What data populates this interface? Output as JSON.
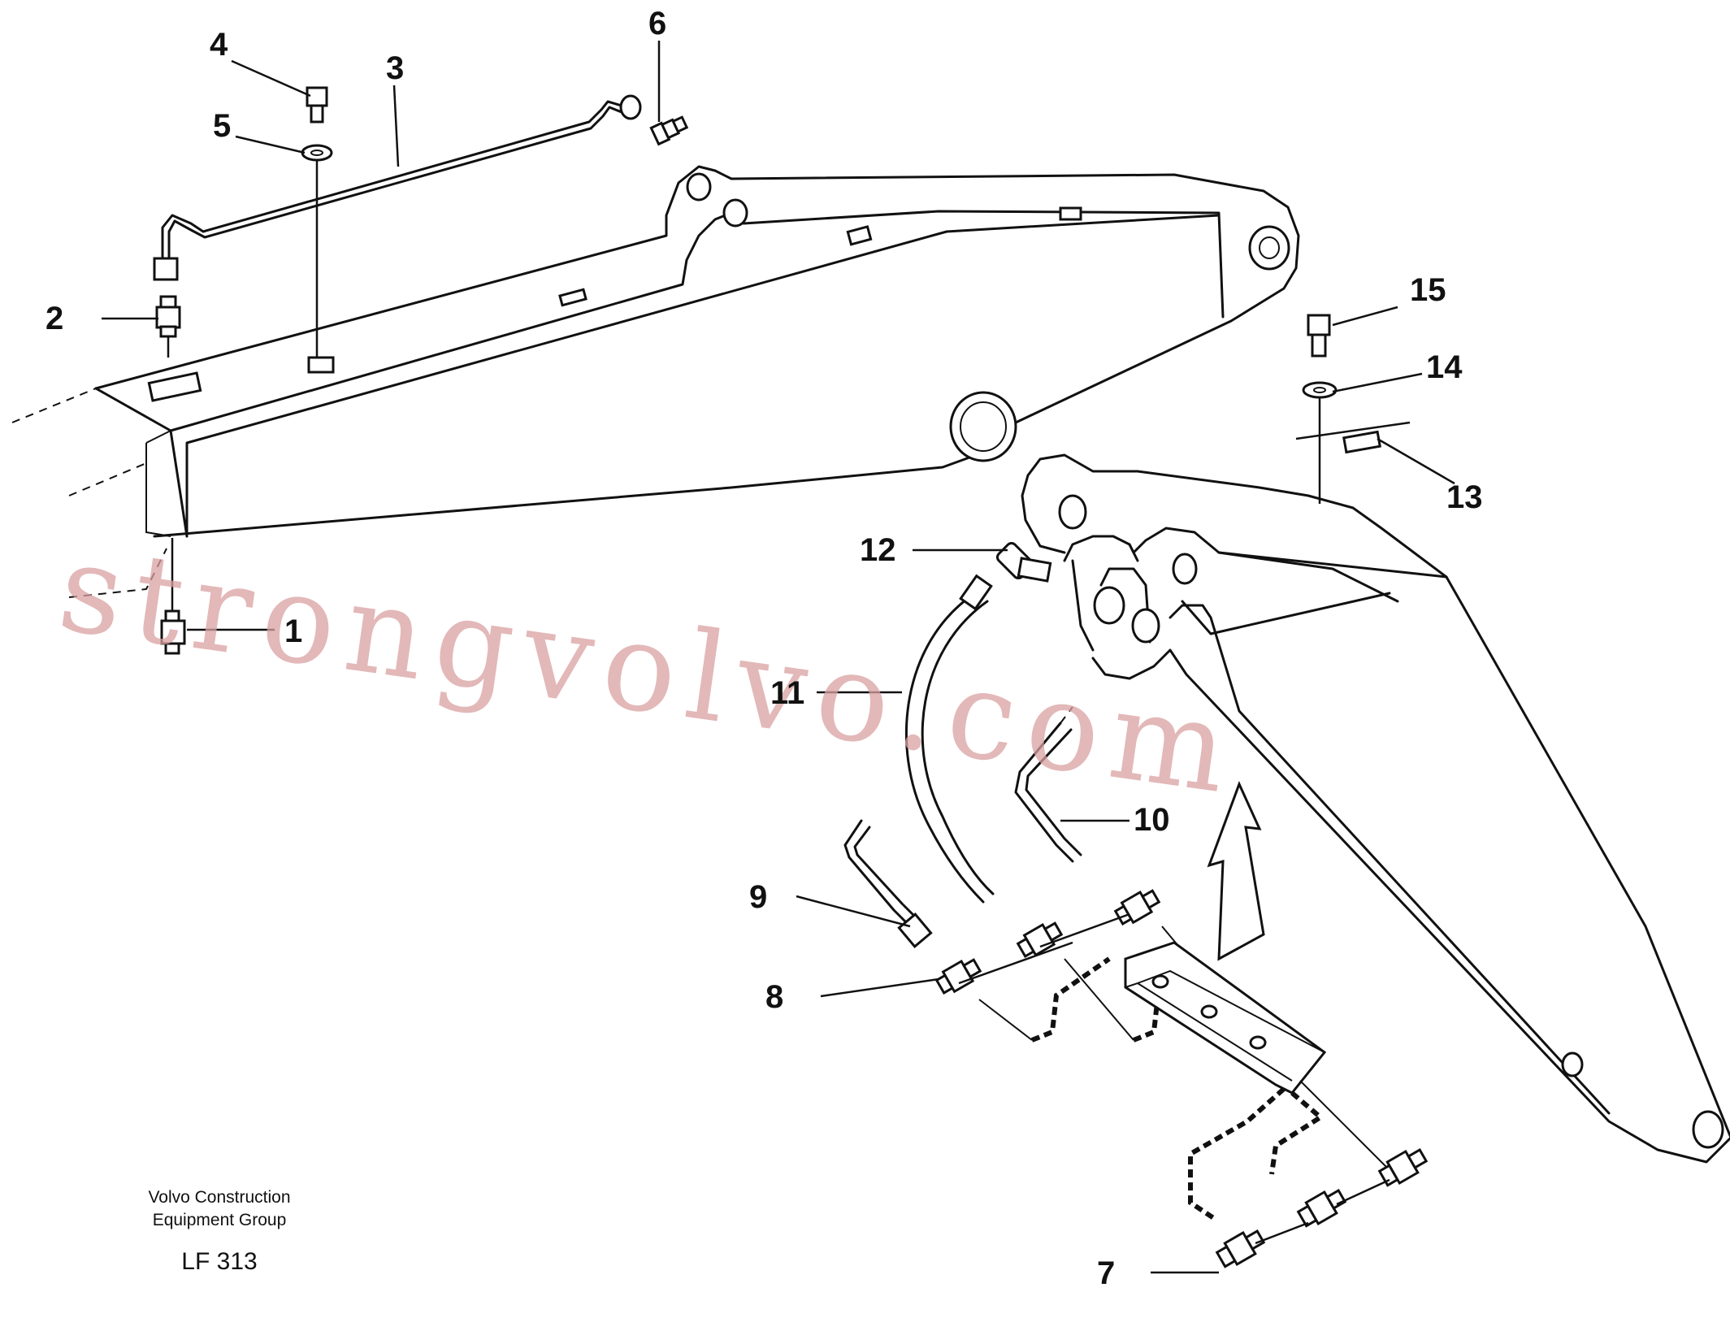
{
  "callouts": [
    {
      "id": "1",
      "label": "1"
    },
    {
      "id": "2",
      "label": "2"
    },
    {
      "id": "3",
      "label": "3"
    },
    {
      "id": "4",
      "label": "4"
    },
    {
      "id": "5",
      "label": "5"
    },
    {
      "id": "6",
      "label": "6"
    },
    {
      "id": "7",
      "label": "7"
    },
    {
      "id": "8",
      "label": "8"
    },
    {
      "id": "9",
      "label": "9"
    },
    {
      "id": "10",
      "label": "10"
    },
    {
      "id": "11",
      "label": "11"
    },
    {
      "id": "12",
      "label": "12"
    },
    {
      "id": "13",
      "label": "13"
    },
    {
      "id": "14",
      "label": "14"
    },
    {
      "id": "15",
      "label": "15"
    }
  ],
  "footer": {
    "company_line1": "Volvo Construction",
    "company_line2": "Equipment Group",
    "code": "LF 313"
  },
  "watermark": "strongvolvo.com"
}
